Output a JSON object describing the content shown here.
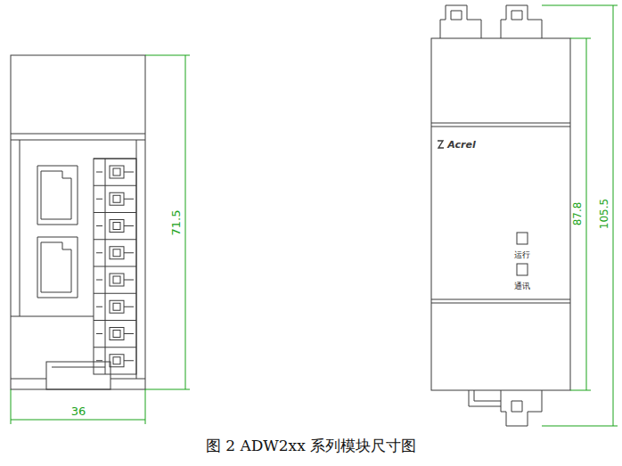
{
  "diagram": {
    "caption": "图 2 ADW2xx 系列模块尺寸图",
    "labels": [
      "71.5",
      "36",
      "Acrel",
      "运行",
      "通讯",
      "87.8",
      "105.5"
    ]
  }
}
